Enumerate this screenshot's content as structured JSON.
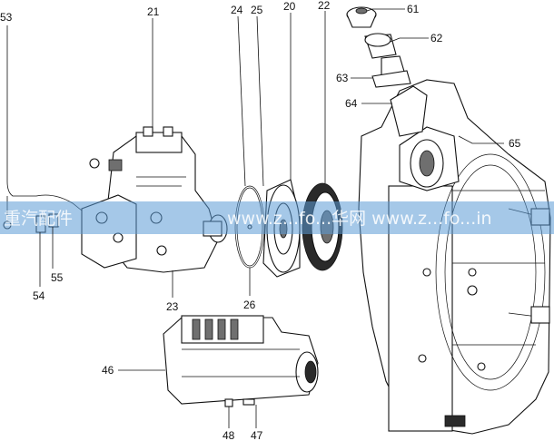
{
  "callouts": {
    "c53": "53",
    "c21": "21",
    "c24": "24",
    "c25": "25",
    "c20": "20",
    "c22": "22",
    "c61": "61",
    "c62": "62",
    "c63": "63",
    "c64": "64",
    "c65": "65",
    "c54": "54",
    "c55": "55",
    "c23": "23",
    "c26": "26",
    "c46": "46",
    "c48": "48",
    "c47": "47"
  },
  "watermark": {
    "left_text": "重汽配件",
    "right_text": "www.z...fo...华网 www.z...fo...in"
  },
  "colors": {
    "watermark_band": "#5b9bd5",
    "line": "#111111",
    "background": "#ffffff"
  }
}
